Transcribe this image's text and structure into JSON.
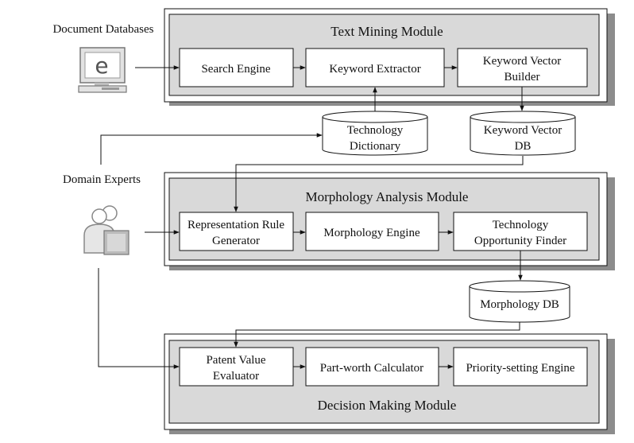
{
  "actors": {
    "document_databases": "Document Databases",
    "domain_experts": "Domain Experts"
  },
  "text_mining": {
    "title": "Text Mining Module",
    "search_engine": "Search Engine",
    "keyword_extractor": "Keyword Extractor",
    "keyword_vector_builder": [
      "Keyword Vector",
      "Builder"
    ]
  },
  "databases": {
    "technology_dictionary": [
      "Technology",
      "Dictionary"
    ],
    "keyword_vector_db": [
      "Keyword Vector",
      "DB"
    ],
    "morphology_db": "Morphology DB"
  },
  "morphology": {
    "title": "Morphology Analysis Module",
    "representation_rule_generator": [
      "Representation Rule",
      "Generator"
    ],
    "morphology_engine": "Morphology Engine",
    "technology_opportunity_finder": [
      "Technology",
      "Opportunity Finder"
    ]
  },
  "decision": {
    "title": "Decision Making Module",
    "patent_value_evaluator": [
      "Patent Value",
      "Evaluator"
    ],
    "part_worth_calculator": "Part-worth Calculator",
    "priority_setting_engine": "Priority-setting Engine"
  }
}
